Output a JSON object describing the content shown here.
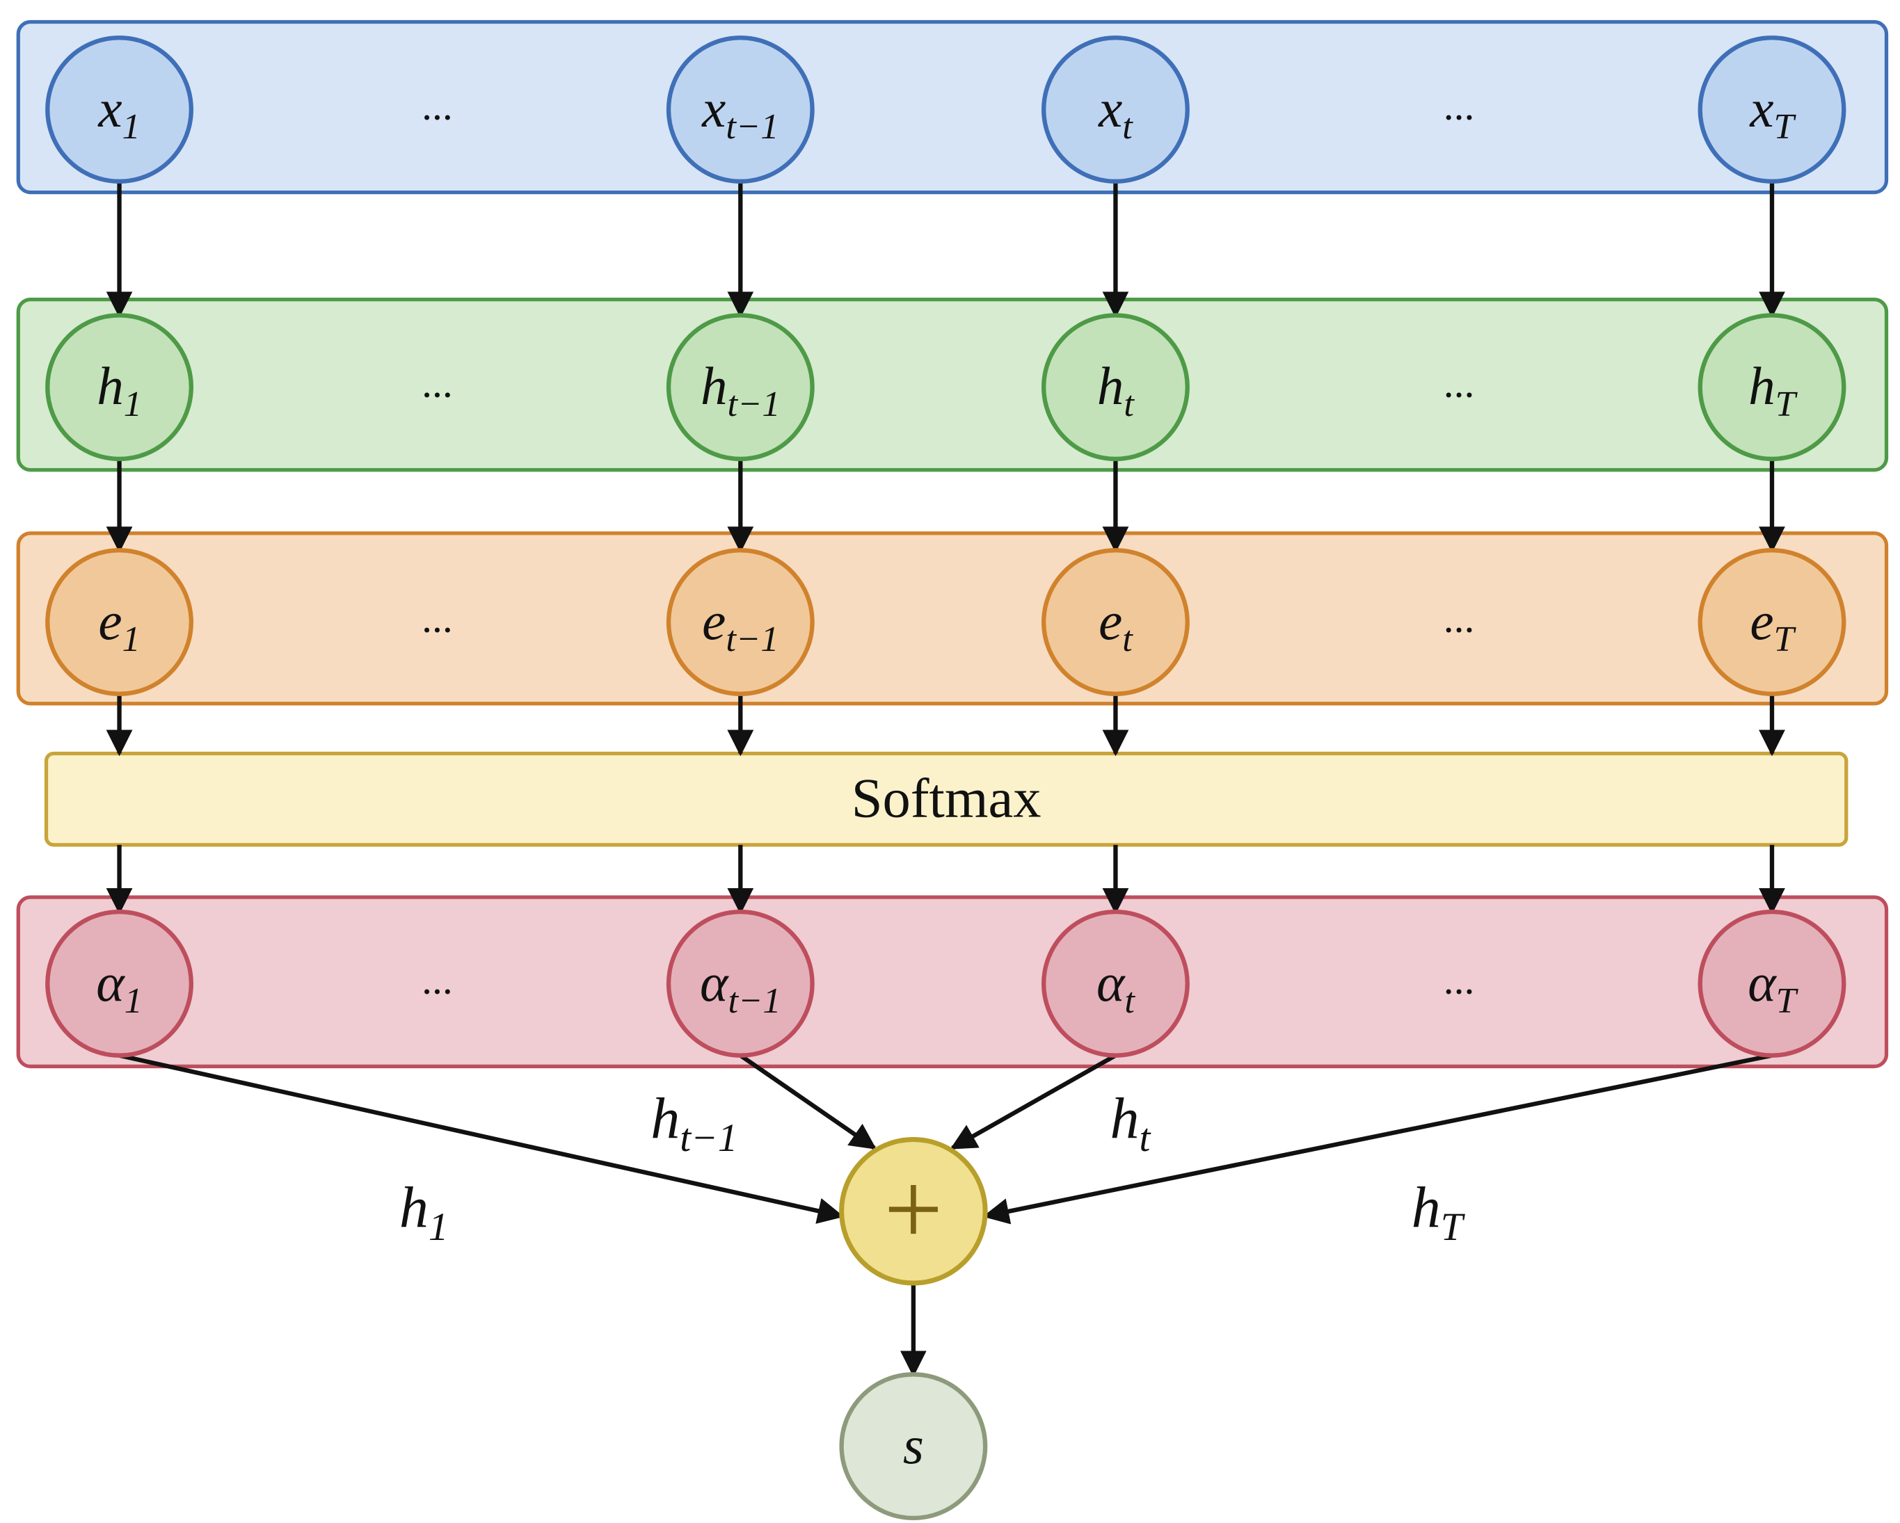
{
  "colors": {
    "x_fill": "#bdd4f1",
    "x_stroke": "#3f6fb7",
    "x_band": "#d7e5f6",
    "h_fill": "#c3e2b9",
    "h_stroke": "#4e9a47",
    "h_band": "#d6ebcf",
    "e_fill": "#f1c899",
    "e_stroke": "#d0822c",
    "e_band": "#f7dcc2",
    "a_fill": "#e4b1ba",
    "a_stroke": "#be4e5d",
    "a_band": "#efcdd2",
    "softmax_fill": "#fbf2cb",
    "softmax_stroke": "#c9a43b",
    "sum_fill": "#f0e08f",
    "sum_stroke": "#b89f2b",
    "sum_glyph": "#7a6116",
    "s_fill": "#dde6d7",
    "s_stroke": "#8d9a7b",
    "arrow": "#111111"
  },
  "layers": [
    {
      "id": "x",
      "base": "x",
      "subs": [
        "1",
        "t−1",
        "t",
        "T"
      ]
    },
    {
      "id": "h",
      "base": "h",
      "subs": [
        "1",
        "t−1",
        "t",
        "T"
      ]
    },
    {
      "id": "e",
      "base": "e",
      "subs": [
        "1",
        "t−1",
        "t",
        "T"
      ]
    },
    {
      "id": "a",
      "base": "α",
      "subs": [
        "1",
        "t−1",
        "t",
        "T"
      ]
    }
  ],
  "ellipsis": "...",
  "softmax_label": "Softmax",
  "sum_symbol": "+",
  "output_label": "s",
  "edge_labels": [
    {
      "base": "h",
      "sub": "1"
    },
    {
      "base": "h",
      "sub": "t−1"
    },
    {
      "base": "h",
      "sub": "t"
    },
    {
      "base": "h",
      "sub": "T"
    }
  ]
}
